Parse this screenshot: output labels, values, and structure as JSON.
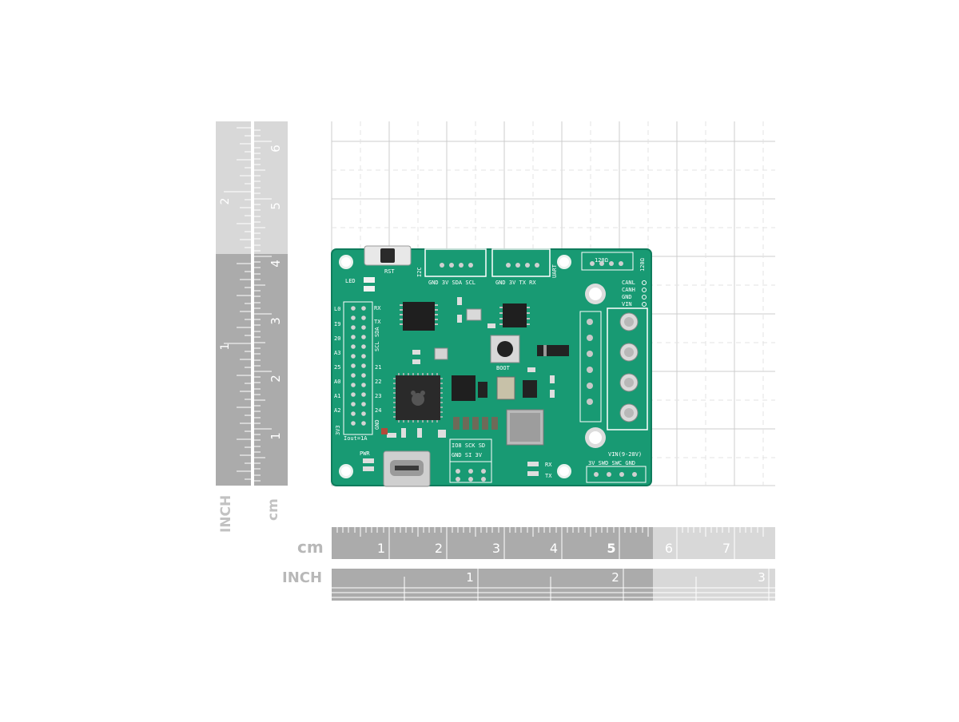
{
  "rulers": {
    "vertical_inch_unit": "INCH",
    "vertical_cm_unit": "cm",
    "vertical_inch_ticks": [
      "1",
      "2"
    ],
    "vertical_cm_ticks": [
      "1",
      "2",
      "3",
      "4",
      "5",
      "6"
    ],
    "horizontal_cm_unit": "cm",
    "horizontal_inch_unit": "INCH",
    "horizontal_cm_ticks": [
      "1",
      "2",
      "3",
      "4",
      "5",
      "6",
      "7"
    ],
    "horizontal_inch_ticks": [
      "1",
      "2",
      "3"
    ]
  },
  "board": {
    "silkscreen": {
      "rst": "RST",
      "led": "LED",
      "boot": "BOOT",
      "pwr": "PWR",
      "i2c": "I2C",
      "i2c_pins": "GND 3V SDA SCL",
      "uart": "UART",
      "uart_pins": "GND 3V TX RX",
      "r120_top": "120Ω",
      "r120_side": "120Ω",
      "can_pins": [
        "CANL",
        "CANH",
        "GND",
        "VIN"
      ],
      "vin_range": "VIN(9-28V)",
      "swd_pins": "3V SWD SWC GND",
      "rx": "RX",
      "tx": "TX",
      "left_header_top": [
        "L0",
        "I9",
        "20",
        "A3",
        "25",
        "A0",
        "A1",
        "A2"
      ],
      "left_header_right": [
        "RX",
        "TX",
        "SCL",
        "SDA",
        "21",
        "22",
        "23",
        "24",
        "GND",
        "3V3"
      ],
      "iout": "Iout=1A",
      "mid_header_top": "IO8 SCK SD",
      "mid_header_bottom": "GND SI 3V"
    }
  },
  "colors": {
    "pcb": "#1a9a74",
    "grid": "#cfcfcf",
    "ruler_gray": "#a9a9a9",
    "ruler_light": "#d7d7d7",
    "ruler_text": "#ffffff"
  }
}
